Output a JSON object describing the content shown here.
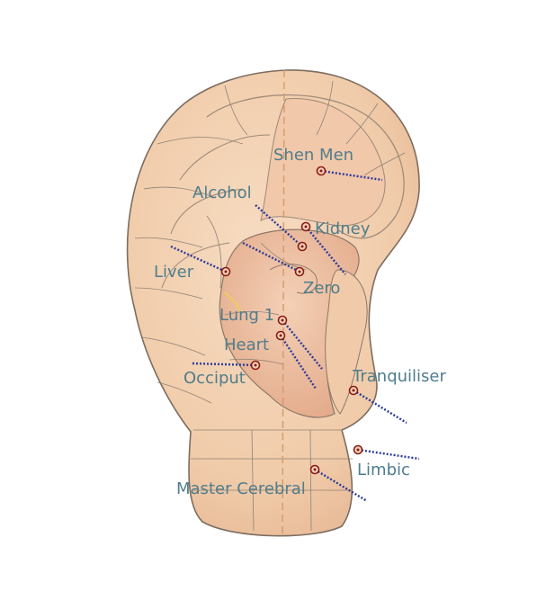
{
  "diagram": {
    "points": [
      {
        "id": "shen-men",
        "label": "Shen Men"
      },
      {
        "id": "alcohol",
        "label": "Alcohol"
      },
      {
        "id": "kidney",
        "label": "Kidney"
      },
      {
        "id": "liver",
        "label": "Liver"
      },
      {
        "id": "zero",
        "label": "Zero"
      },
      {
        "id": "lung-1",
        "label": "Lung 1"
      },
      {
        "id": "heart",
        "label": "Heart"
      },
      {
        "id": "occiput",
        "label": "Occiput"
      },
      {
        "id": "tranquiliser",
        "label": "Tranquiliser"
      },
      {
        "id": "limbic",
        "label": "Limbic"
      },
      {
        "id": "master-cerebral",
        "label": "Master Cerebral"
      }
    ],
    "colors": {
      "skin": "#f0cfae",
      "skin_dark": "#e3ad8b",
      "outline": "#7d6d60",
      "label": "#4f7d8c",
      "needle": "#2b3a9a",
      "point": "#8a1c12"
    }
  }
}
